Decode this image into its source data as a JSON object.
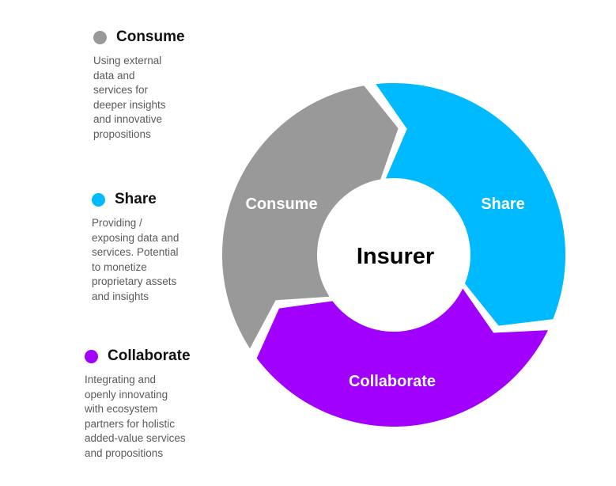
{
  "legend": [
    {
      "title": "Consume",
      "color": "#999999",
      "description": [
        "Using external",
        "data and",
        "services for",
        "deeper insights",
        "and innovative",
        "propositions"
      ]
    },
    {
      "title": "Share",
      "color": "#00baff",
      "description": [
        "Providing /",
        "exposing data and",
        "services. Potential",
        "to monetize",
        "proprietary assets",
        "and insights"
      ]
    },
    {
      "title": "Collaborate",
      "color": "#a100ff",
      "description": [
        "Integrating and",
        "openly innovating",
        "with ecosystem",
        "partners for holistic",
        "added-value services",
        "and propositions"
      ]
    }
  ],
  "diagram": {
    "center": "Insurer",
    "segments": [
      {
        "label": "Share",
        "color": "#00baff"
      },
      {
        "label": "Collaborate",
        "color": "#a100ff"
      },
      {
        "label": "Consume",
        "color": "#999999"
      }
    ]
  }
}
